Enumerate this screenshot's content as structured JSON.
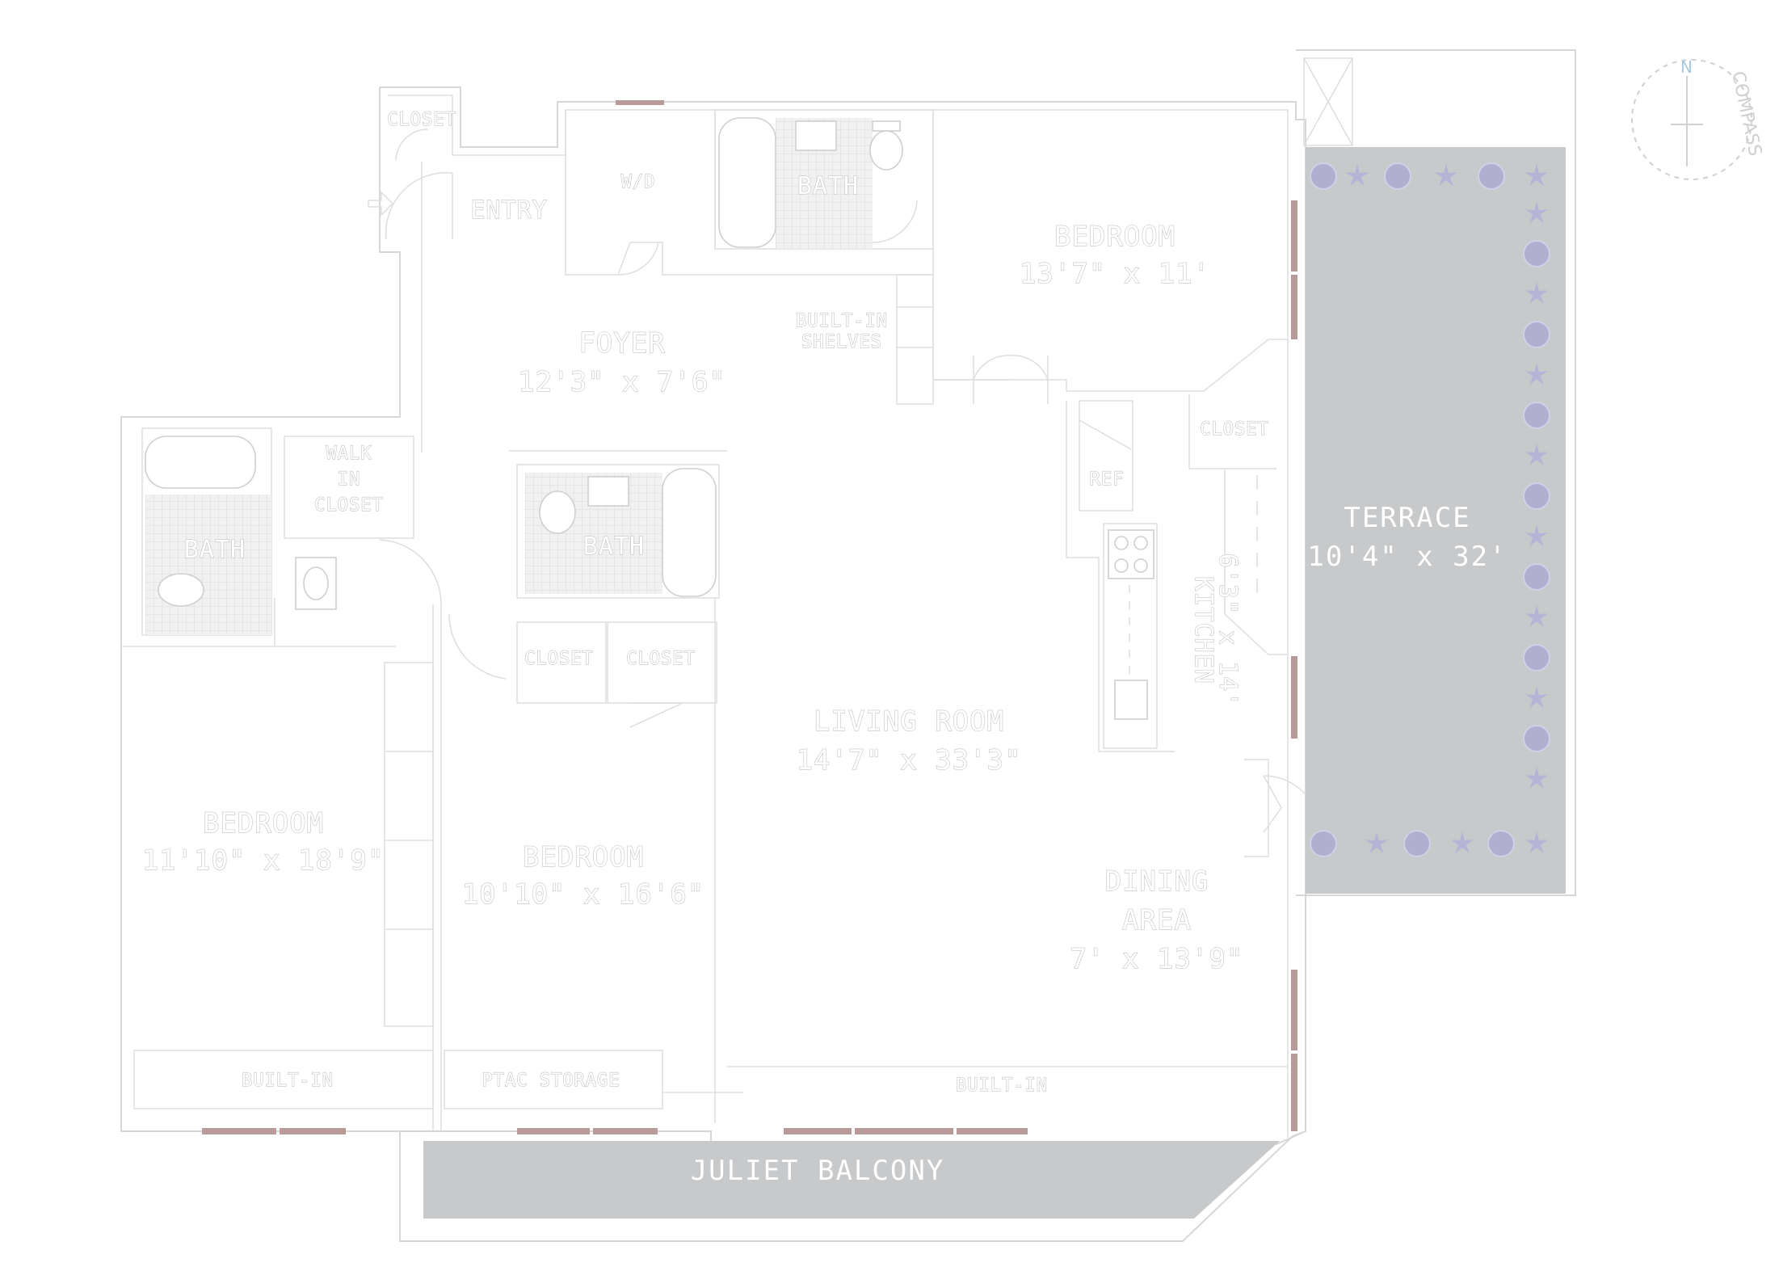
{
  "rooms": {
    "closet_entry": "CLOSET",
    "entry": "ENTRY",
    "wd": "W/D",
    "bath_top": "BATH",
    "bedroom_top": {
      "name": "BEDROOM",
      "size": "13'7\" x 11'"
    },
    "built_in_shelves": {
      "line1": "BUILT-IN",
      "line2": "SHELVES"
    },
    "foyer": {
      "name": "FOYER",
      "size": "12'3\" x 7'6\""
    },
    "closet_kitchen": "CLOSET",
    "ref": "REF",
    "terrace": {
      "name": "TERRACE",
      "size": "10'4\" x 32'"
    },
    "walk_in_closet": {
      "line1": "WALK",
      "line2": "IN",
      "line3": "CLOSET"
    },
    "bath_left": "BATH",
    "bath_mid": "BATH",
    "kitchen": {
      "name": "KITCHEN",
      "size": "6'3\" x 14'"
    },
    "closet_a": "CLOSET",
    "closet_b": "CLOSET",
    "living_room": {
      "name": "LIVING ROOM",
      "size": "14'7\" x 33'3\""
    },
    "bedroom_left": {
      "name": "BEDROOM",
      "size": "11'10\" x 18'9\""
    },
    "bedroom_mid": {
      "name": "BEDROOM",
      "size": "10'10\" x 16'6\""
    },
    "dining": {
      "line1": "DINING",
      "line2": "AREA",
      "size": "7' x 13'9\""
    },
    "built_in_left": "BUILT-IN",
    "ptac_storage": "PTAC STORAGE",
    "built_in_right": "BUILT-IN",
    "juliet_balcony": "JULIET BALCONY"
  },
  "compass": {
    "label": "COMPASS",
    "north": "N"
  },
  "colors": {
    "walls": "#d7d7d7",
    "deck": "#c7c9cb",
    "window": "#b89a98",
    "plants": "#b7b3d6",
    "north_marker": "#a9c8e6"
  }
}
